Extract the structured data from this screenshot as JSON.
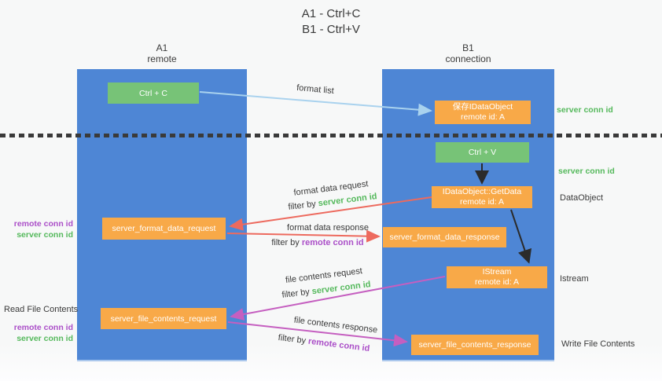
{
  "title": {
    "line1": "A1 - Ctrl+C",
    "line2": "B1 - Ctrl+V"
  },
  "columns": {
    "left": {
      "name": "A1",
      "subtitle": "remote"
    },
    "right": {
      "name": "B1",
      "subtitle": "connection"
    }
  },
  "nodes": {
    "ctrl_c": "Ctrl + C",
    "save_idataobject": {
      "line1": "保存IDataObject",
      "line2": "remote id: A"
    },
    "ctrl_v": "Ctrl + V",
    "getdata": {
      "line1": "IDataObject::GetData",
      "line2": "remote id: A"
    },
    "format_request": "server_format_data_request",
    "format_response": "server_format_data_response",
    "istream": {
      "line1": "IStream",
      "line2": "remote id: A"
    },
    "file_request": "server_file_contents_request",
    "file_response": "server_file_contents_response"
  },
  "side_labels": {
    "server_conn_id_top": "server conn id",
    "server_conn_id_mid": "server conn id",
    "dataobject": "DataObject",
    "istream": "Istream",
    "write_file_contents": "Write File Contents",
    "read_file_contents": "Read File Contents",
    "left_group1": {
      "remote_conn_id": "remote conn id",
      "server_conn_id": "server conn id"
    },
    "left_group2": {
      "remote_conn_id": "remote conn id",
      "server_conn_id": "server conn id"
    }
  },
  "arrow_labels": {
    "format_list": "format list",
    "format_data_request": "format data request",
    "format_data_response": "format data response",
    "file_contents_request": "file contents request",
    "file_contents_response": "file contents response",
    "filter_by": "filter by",
    "server_conn_id": "server conn id",
    "remote_conn_id": "remote conn id"
  },
  "colors": {
    "column_blue": "#4e86d5",
    "node_orange": "#f8a948",
    "node_green": "#77c377",
    "arrow_light_blue": "#a9d2ee",
    "arrow_red": "#ed6a5e",
    "arrow_magenta": "#c55fc0",
    "arrow_black": "#2b2b2b",
    "text_green": "#55b95c",
    "text_purple": "#ab4fc8",
    "text_dark": "#3a3a3a"
  }
}
